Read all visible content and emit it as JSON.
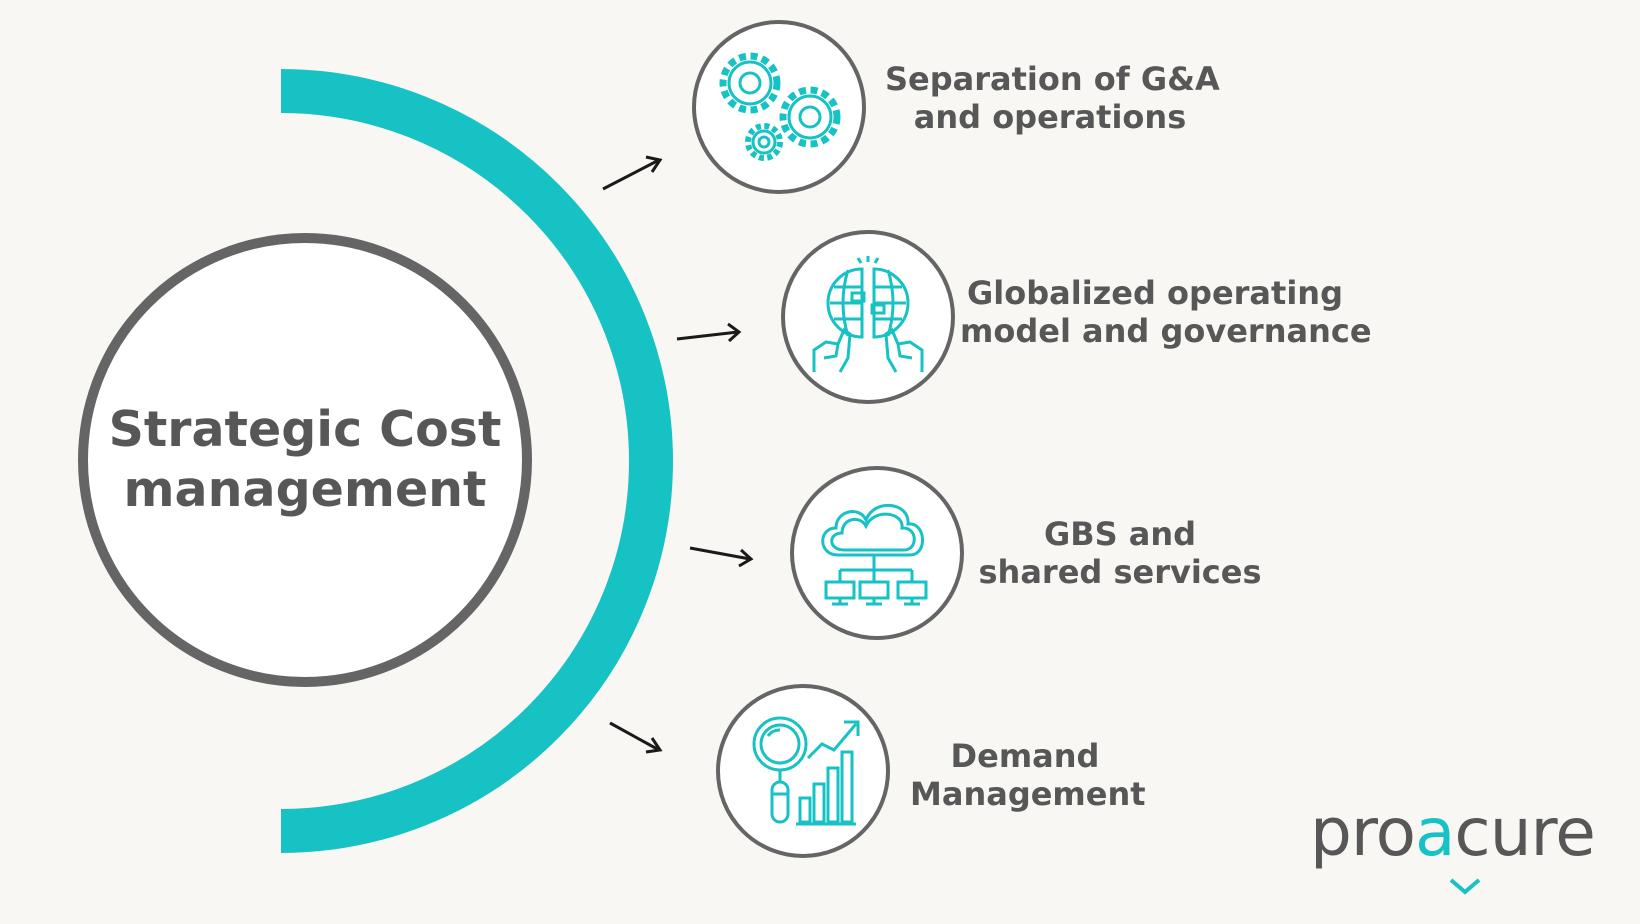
{
  "center": {
    "line1": "Strategic Cost",
    "line2": "management"
  },
  "items": [
    {
      "line1": "Separation of G&A",
      "line2": "and operations",
      "icon": "gears-icon"
    },
    {
      "line1": "Globalized operating",
      "line2": "model and governance",
      "icon": "globe-hands-icon"
    },
    {
      "line1": "GBS and",
      "line2": "shared services",
      "icon": "cloud-network-icon"
    },
    {
      "line1": "Demand",
      "line2": "Management",
      "icon": "magnifier-chart-icon"
    }
  ],
  "logo": {
    "pre": "pro",
    "accent": "a",
    "post": "cure"
  },
  "colors": {
    "teal": "#17c2c4",
    "gray": "#575757",
    "ring": "#656565",
    "background": "#f8f7f3"
  }
}
